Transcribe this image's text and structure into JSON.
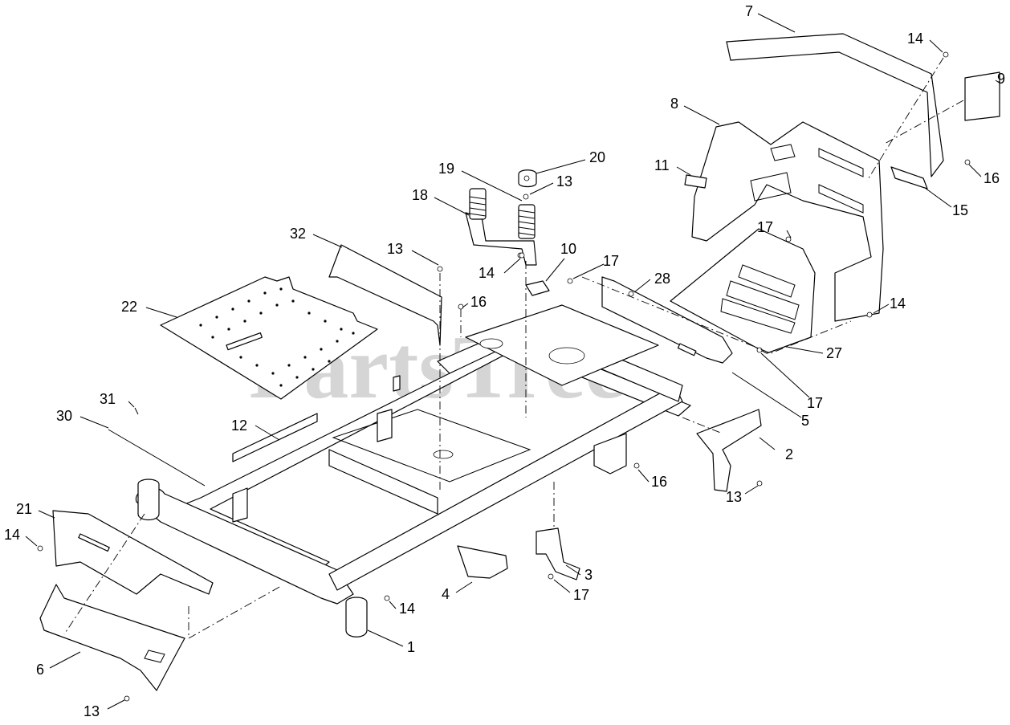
{
  "watermark": {
    "brand": "PartsTree",
    "trademark": "TM"
  },
  "callouts": [
    {
      "id": "c7",
      "label": "7"
    },
    {
      "id": "c14a",
      "label": "14"
    },
    {
      "id": "c9",
      "label": "9"
    },
    {
      "id": "c8",
      "label": "8"
    },
    {
      "id": "c20",
      "label": "20"
    },
    {
      "id": "c19",
      "label": "19"
    },
    {
      "id": "c13a",
      "label": "13"
    },
    {
      "id": "c18",
      "label": "18"
    },
    {
      "id": "c11",
      "label": "11"
    },
    {
      "id": "c16a",
      "label": "16"
    },
    {
      "id": "c15",
      "label": "15"
    },
    {
      "id": "c32",
      "label": "32"
    },
    {
      "id": "c13b",
      "label": "13"
    },
    {
      "id": "c10",
      "label": "10"
    },
    {
      "id": "c17a",
      "label": "17"
    },
    {
      "id": "c17b",
      "label": "17"
    },
    {
      "id": "c14b",
      "label": "14"
    },
    {
      "id": "c28",
      "label": "28"
    },
    {
      "id": "c16b",
      "label": "16"
    },
    {
      "id": "c14c",
      "label": "14"
    },
    {
      "id": "c22",
      "label": "22"
    },
    {
      "id": "c27",
      "label": "27"
    },
    {
      "id": "c17c",
      "label": "17"
    },
    {
      "id": "c31",
      "label": "31"
    },
    {
      "id": "c5",
      "label": "5"
    },
    {
      "id": "c30",
      "label": "30"
    },
    {
      "id": "c12",
      "label": "12"
    },
    {
      "id": "c2",
      "label": "2"
    },
    {
      "id": "c16c",
      "label": "16"
    },
    {
      "id": "c13c",
      "label": "13"
    },
    {
      "id": "c21",
      "label": "21"
    },
    {
      "id": "c14d",
      "label": "14"
    },
    {
      "id": "c3",
      "label": "3"
    },
    {
      "id": "c4",
      "label": "4"
    },
    {
      "id": "c17d",
      "label": "17"
    },
    {
      "id": "c14e",
      "label": "14"
    },
    {
      "id": "c1",
      "label": "1"
    },
    {
      "id": "c6",
      "label": "6"
    },
    {
      "id": "c13d",
      "label": "13"
    }
  ]
}
